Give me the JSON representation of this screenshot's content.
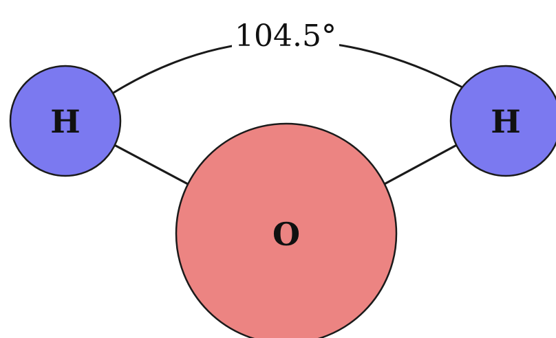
{
  "molecule": {
    "angle_label": "104.5°",
    "atoms": {
      "left_hydrogen": {
        "symbol": "H",
        "fill": "#7b79f0"
      },
      "right_hydrogen": {
        "symbol": "H",
        "fill": "#7b79f0"
      },
      "oxygen": {
        "symbol": "O",
        "fill": "#ec8482"
      }
    },
    "colors": {
      "outline": "#1a1a1a",
      "text": "#111111",
      "background": "#ffffff"
    }
  }
}
